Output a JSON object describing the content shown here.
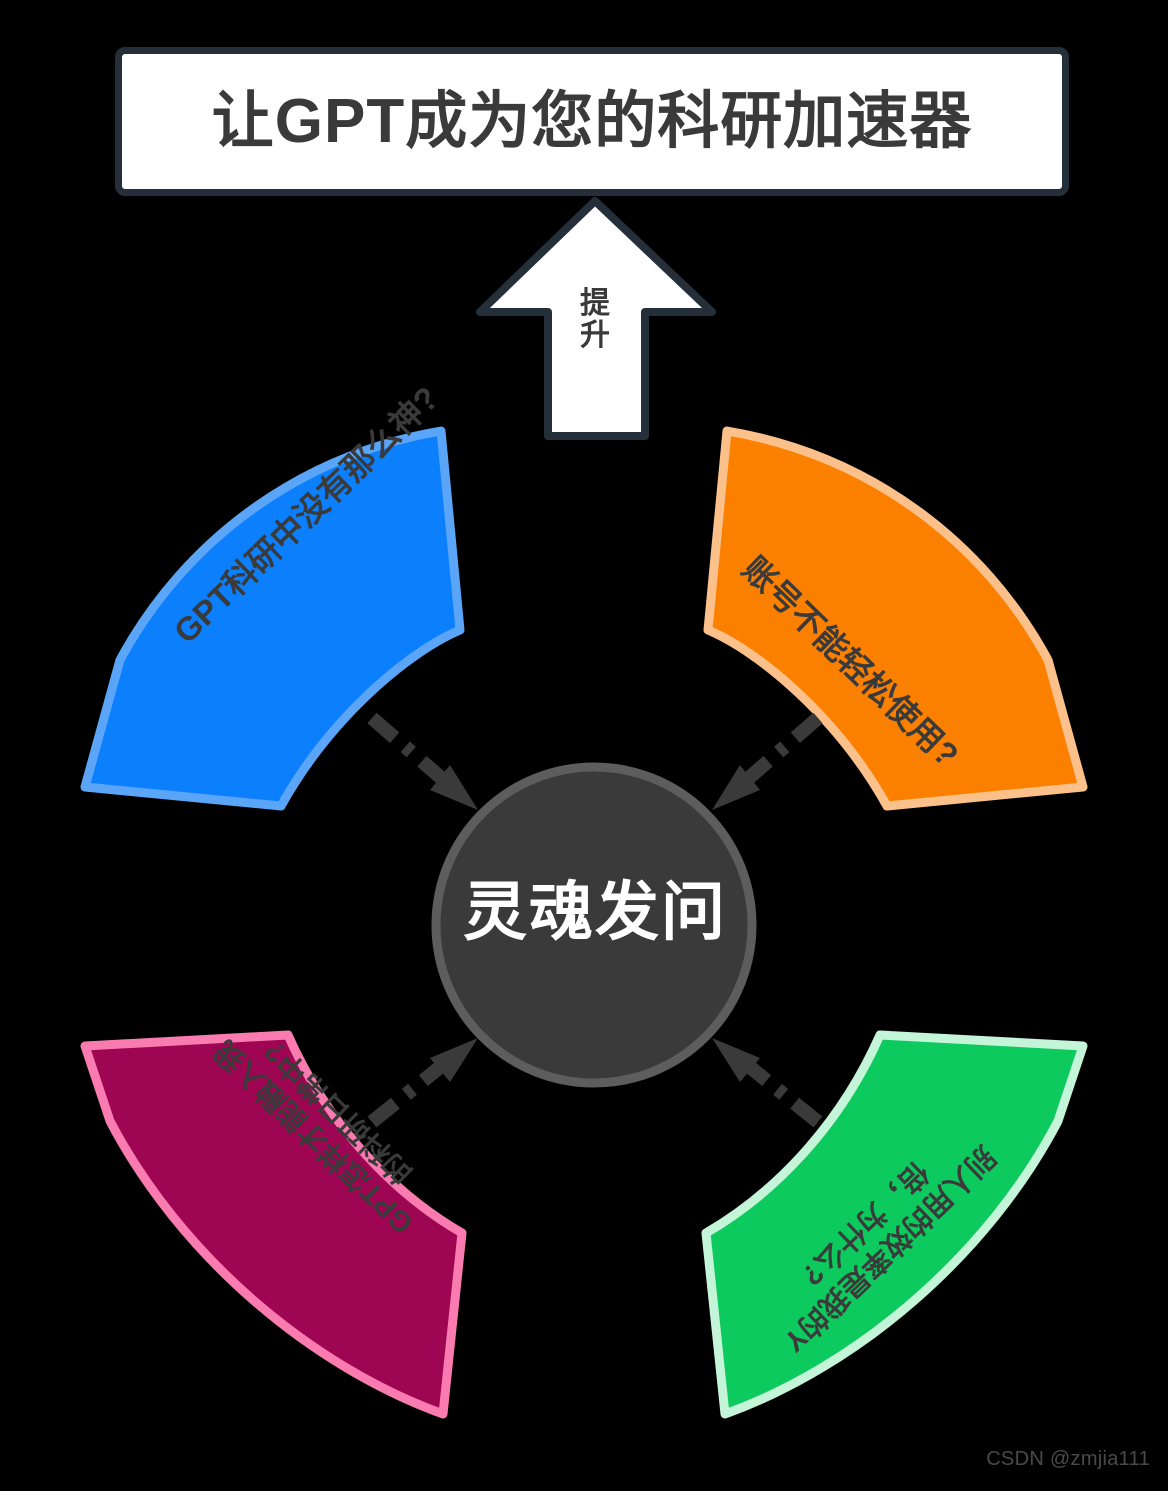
{
  "title": {
    "text": "让GPT成为您的科研加速器"
  },
  "uplift_arrow": {
    "label_line1": "提",
    "label_line2": "升"
  },
  "hub": {
    "label": "灵魂发问",
    "fill": "#3a3a3a",
    "stroke": "#5d5d5d",
    "text_color": "#ffffff"
  },
  "segments": [
    {
      "id": "top-left",
      "label": "GPT科研中没有那么神?",
      "fill": "#0b7ffc",
      "stroke": "#5aa5f8"
    },
    {
      "id": "top-right",
      "label": "账号不能轻松使用?",
      "fill": "#fb8000",
      "stroke": "#fcc18a"
    },
    {
      "id": "bottom-left",
      "label": "GPT怎样才能融入我的科研日常中?",
      "fill": "#9e0552",
      "stroke": "#f97bb0"
    },
    {
      "id": "bottom-right",
      "label": "别人用的效率是我的Y倍，为什么?",
      "fill": "#0cca5e",
      "stroke": "#c4f5d9"
    }
  ],
  "connectors": {
    "style": "dash-dot",
    "color": "#3a3a3a",
    "count": 4
  },
  "watermark": {
    "text": "CSDN @zmjia111"
  },
  "colors": {
    "background": "#000000",
    "title_border": "#252f3a",
    "title_fill": "#ffffff",
    "title_text": "#3a3a3a",
    "arrow_fill": "#ffffff",
    "arrow_stroke": "#252f3a"
  }
}
